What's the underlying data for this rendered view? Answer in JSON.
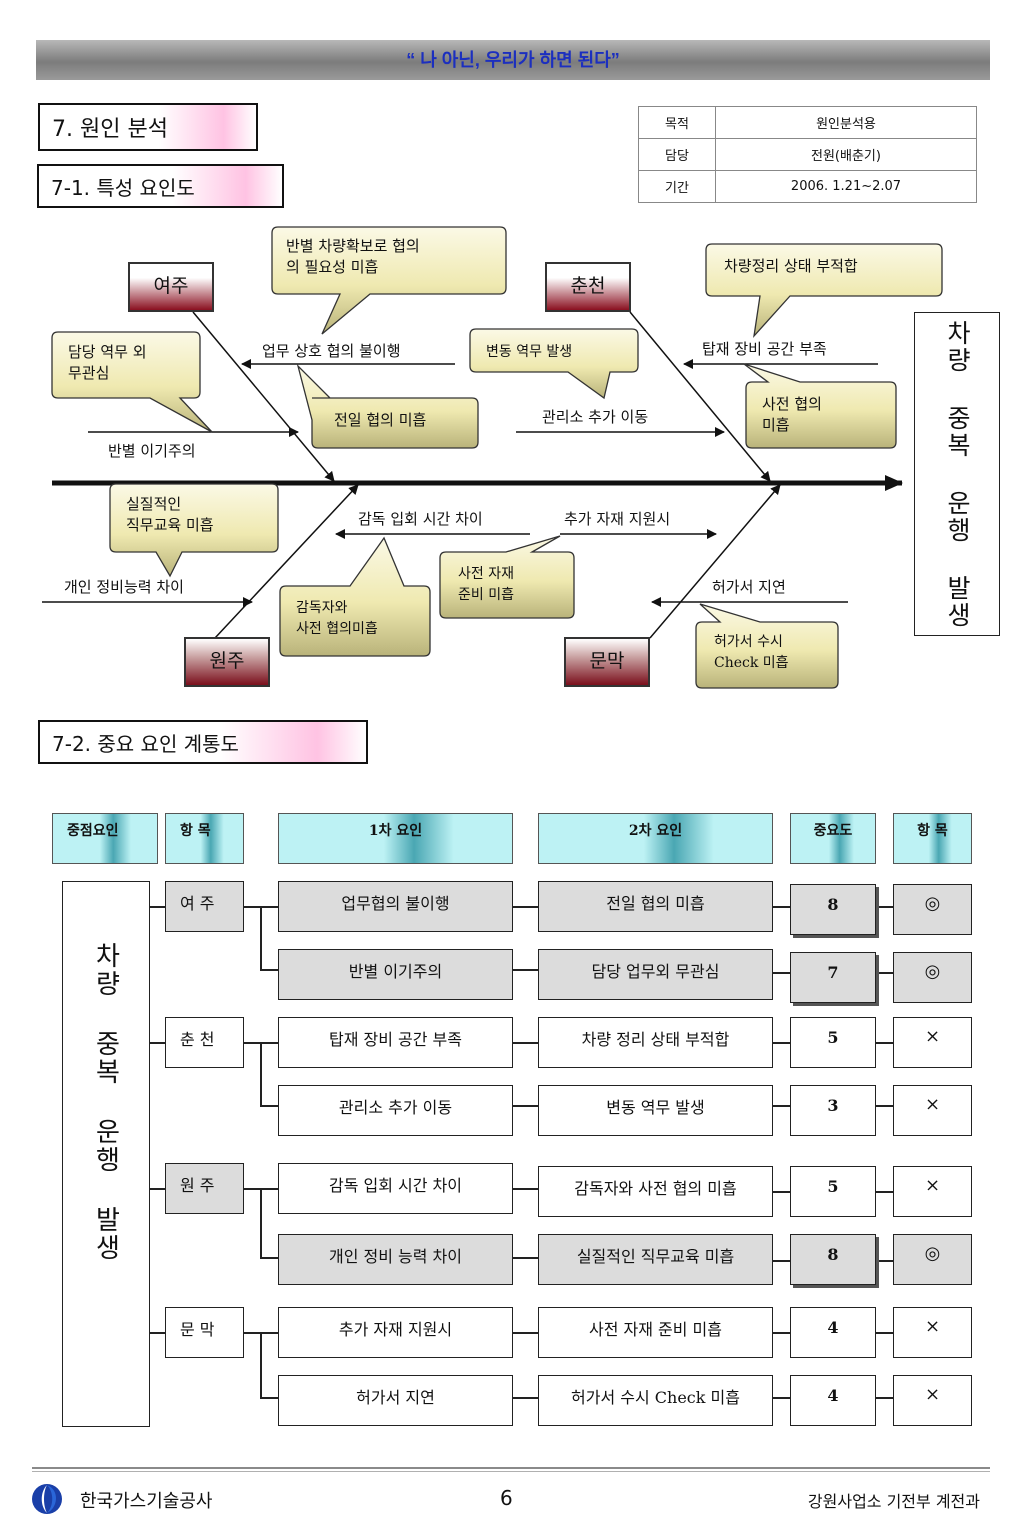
{
  "banner": "“ 나 아닌, 우리가 하면 된다”",
  "section_title": "7. 원인 분석",
  "subsection1": "7-1. 특성 요인도",
  "subsection2": "7-2. 중요 요인 계통도",
  "info": [
    {
      "key": "목적",
      "value": "원인분석용"
    },
    {
      "key": "담당",
      "value": "전원(배춘기)"
    },
    {
      "key": "기간",
      "value": "2006. 1.21~2.07"
    }
  ],
  "fishbone": {
    "effect": "차량 중복 운행 발생",
    "regions": [
      "여주",
      "춘천",
      "원주",
      "문막"
    ],
    "causes": {
      "c1": "업무 상호 협의 불이행",
      "c2": "반별 이기주의",
      "c3": "변동 역무 발생",
      "c4": "탑재 장비 공간 부족",
      "c5": "관리소 추가 이동",
      "c6": "감독 입회 시간 차이",
      "c7": "추가 자재 지원시",
      "c8": "개인 정비능력 차이",
      "c9": "허가서 지연"
    },
    "bubbles": {
      "b1": [
        "반별 차량확보로 협의",
        "의 필요성 미흡"
      ],
      "b2": [
        "담당 역무 외",
        "무관심"
      ],
      "b3": [
        "전일 협의 미흡"
      ],
      "b4": [
        "차량정리 상태 부적합"
      ],
      "b5": [
        "사전 협의",
        "미흡"
      ],
      "b6": [
        "실질적인",
        "직무교육 미흡"
      ],
      "b7": [
        "감독자와",
        "사전 협의미흡"
      ],
      "b8": [
        "사전 자재",
        "준비 미흡"
      ],
      "b9": [
        "허가서 수시",
        "Check 미흡"
      ]
    }
  },
  "tree": {
    "headers": [
      "중점요인",
      "항 목",
      "1차 요인",
      "2차 요인",
      "중요도",
      "항 목"
    ],
    "root": "차량 중복 운행 발생",
    "groups": [
      {
        "name": "여 주",
        "rows": [
          {
            "first": "업무협의 불이행",
            "second": "전일 협의 미흡",
            "score": "8",
            "mark": "◎"
          },
          {
            "first": "반별 이기주의",
            "second": "담당 업무외 무관심",
            "score": "7",
            "mark": "◎"
          }
        ]
      },
      {
        "name": "춘 천",
        "rows": [
          {
            "first": "탑재 장비 공간 부족",
            "second": "차량 정리 상태 부적합",
            "score": "5",
            "mark": "×"
          },
          {
            "first": "관리소 추가 이동",
            "second": "변동 역무 발생",
            "score": "3",
            "mark": "×"
          }
        ]
      },
      {
        "name": "원 주",
        "rows": [
          {
            "first": "감독 입회 시간 차이",
            "second": "감독자와 사전 협의 미흡",
            "score": "5",
            "mark": "×"
          },
          {
            "first": "개인 정비 능력 차이",
            "second": "실질적인 직무교육 미흡",
            "score": "8",
            "mark": "◎"
          }
        ]
      },
      {
        "name": "문 막",
        "rows": [
          {
            "first": "추가 자재 지원시",
            "second": "사전 자재 준비 미흡",
            "score": "4",
            "mark": "×"
          },
          {
            "first": "허가서 지연",
            "second": "허가서 수시 Check 미흡",
            "score": "4",
            "mark": "×"
          }
        ]
      }
    ]
  },
  "footer": {
    "company": "한국가스기술공사",
    "page": "6",
    "dept": "강원사업소 기전부 계전과"
  },
  "colors": {
    "banner_text": "#1c2fbf",
    "header_bg": "#bdf2f4",
    "bubble_fill": "#f3efbd",
    "region_dark": "#8a1020",
    "gray_cell": "#dcdcdc"
  }
}
